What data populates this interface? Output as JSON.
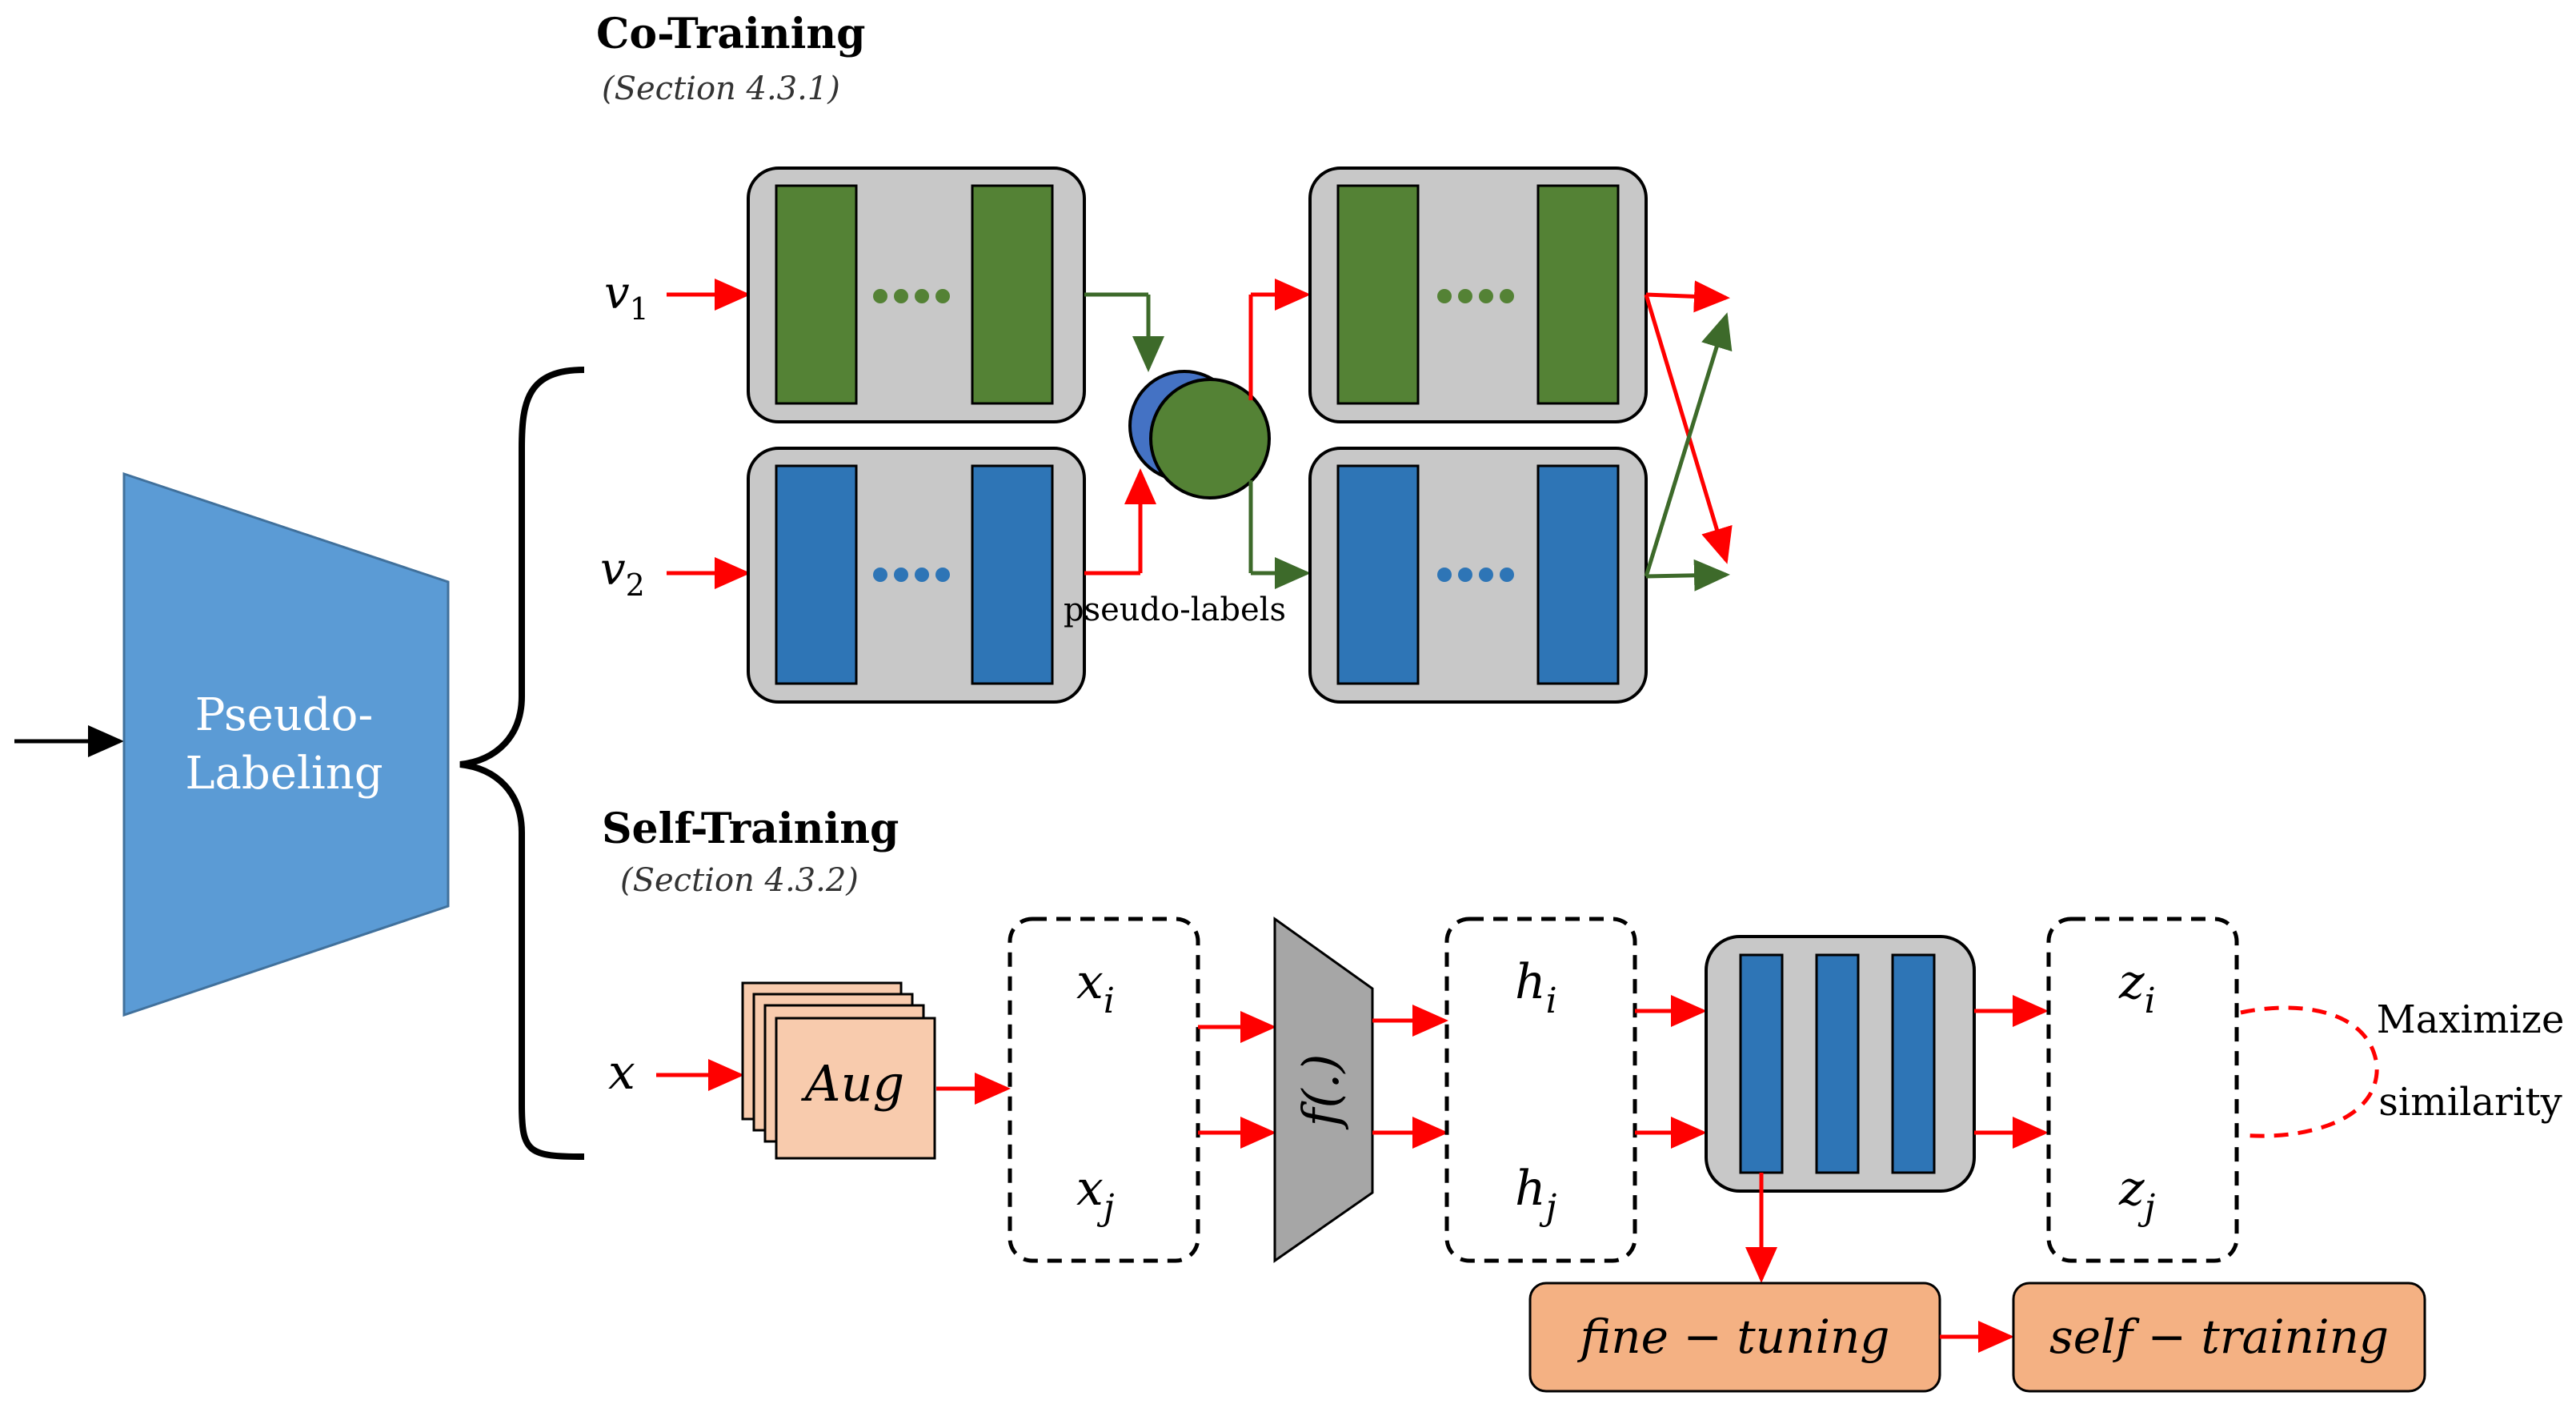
{
  "co_training": {
    "title": "Co-Training",
    "section": "(Section 4.3.1)",
    "input_v1": "v",
    "input_v1_sub": "1",
    "input_v2": "v",
    "input_v2_sub": "2",
    "pseudo_labels": "pseudo-labels"
  },
  "self_training": {
    "title": "Self-Training",
    "section": "(Section 4.3.2)",
    "input_x": "x",
    "aug_label": "Aug",
    "xi": "x",
    "xi_sub": "i",
    "xj": "x",
    "xj_sub": "j",
    "encoder": "f(.)",
    "hi": "h",
    "hi_sub": "i",
    "hj": "h",
    "hj_sub": "j",
    "zi": "z",
    "zi_sub": "i",
    "zj": "z",
    "zj_sub": "j",
    "maximize_line1": "Maximize",
    "maximize_line2": "similarity",
    "fine_tuning": "fine − tuning",
    "self_training_box": "self − training"
  },
  "pseudo_labeling": {
    "line1": "Pseudo-",
    "line2": "Labeling"
  },
  "colors": {
    "green": "#548235",
    "blue": "#2E75B6",
    "light_blue": "#5B9BD5",
    "gray_box": "#C8C8C8",
    "red_arrow": "#FF0000",
    "green_arrow": "#3D6A2A",
    "aug_fill": "#F8CBAD",
    "orange_box": "#F4B183"
  }
}
